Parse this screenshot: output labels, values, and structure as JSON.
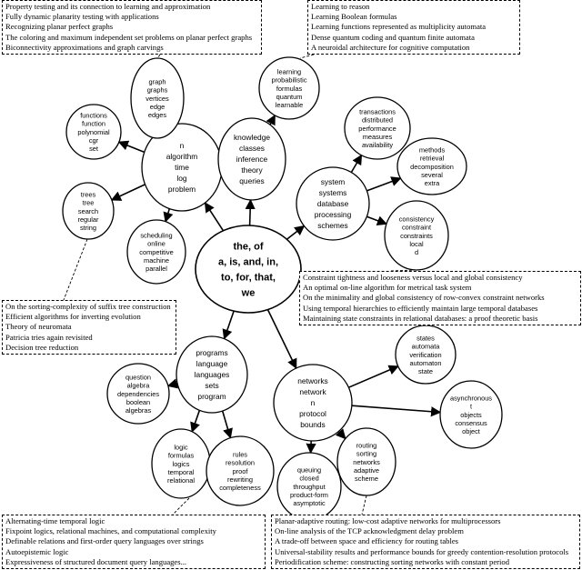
{
  "root": {
    "id": "root",
    "words": [
      "the, of",
      "a, is, and, in,",
      "to, for, that,",
      "we"
    ]
  },
  "clusters": [
    {
      "id": "algorithm",
      "words": [
        "n",
        "algorithm",
        "time",
        "log",
        "problem"
      ],
      "children": [
        {
          "id": "graph",
          "words": [
            "graph",
            "graphs",
            "vertices",
            "edge",
            "edges"
          ]
        },
        {
          "id": "functions",
          "words": [
            "functions",
            "function",
            "polynomial",
            "cgr",
            "set"
          ]
        },
        {
          "id": "trees",
          "words": [
            "trees",
            "tree",
            "search",
            "regular",
            "string"
          ]
        },
        {
          "id": "scheduling",
          "words": [
            "scheduling",
            "online",
            "competitive",
            "machine",
            "parallel"
          ]
        }
      ]
    },
    {
      "id": "knowledge",
      "words": [
        "knowledge",
        "classes",
        "inference",
        "theory",
        "queries"
      ],
      "children": [
        {
          "id": "learning",
          "words": [
            "learning",
            "probabilistic",
            "formulas",
            "quantum",
            "learnable"
          ]
        }
      ]
    },
    {
      "id": "system",
      "words": [
        "system",
        "systems",
        "database",
        "processing",
        "schemes"
      ],
      "children": [
        {
          "id": "transactions",
          "words": [
            "transactions",
            "distributed",
            "performance",
            "measures",
            "availability"
          ]
        },
        {
          "id": "methods",
          "words": [
            "methods",
            "retrieval",
            "decomposition",
            "several",
            "extra"
          ]
        },
        {
          "id": "consistency",
          "words": [
            "consistency",
            "constraint",
            "constraints",
            "local",
            "d"
          ]
        }
      ]
    },
    {
      "id": "programs",
      "words": [
        "programs",
        "language",
        "languages",
        "sets",
        "program"
      ],
      "children": [
        {
          "id": "question",
          "words": [
            "question",
            "algebra",
            "dependencies",
            "boolean",
            "algebras"
          ]
        },
        {
          "id": "logic",
          "words": [
            "logic",
            "formulas",
            "logics",
            "temporal",
            "relational"
          ]
        },
        {
          "id": "rules",
          "words": [
            "rules",
            "resolution",
            "proof",
            "rewriting",
            "completeness"
          ]
        }
      ]
    },
    {
      "id": "networks",
      "words": [
        "networks",
        "network",
        "n",
        "protocol",
        "bounds"
      ],
      "children": [
        {
          "id": "states",
          "words": [
            "states",
            "automata",
            "verification",
            "automaton",
            "state"
          ]
        },
        {
          "id": "asynchronous",
          "words": [
            "asynchronous",
            "t",
            "objects",
            "consensus",
            "object"
          ]
        },
        {
          "id": "routing",
          "words": [
            "routing",
            "sorting",
            "networks",
            "adaptive",
            "scheme"
          ]
        },
        {
          "id": "queuing",
          "words": [
            "queuing",
            "closed",
            "throughput",
            "product-form",
            "asymptotic"
          ]
        }
      ]
    }
  ],
  "boxes": [
    {
      "id": "box-graph-titles",
      "lines": [
        "Property testing and its connection to learning and approximation",
        "Fully dynamic planarity testing with applications",
        "Recognizing planar perfect graphs",
        "The coloring and maximum independent set problems on planar perfect graphs",
        "Biconnectivity approximations and graph carvings"
      ]
    },
    {
      "id": "box-learning-titles",
      "lines": [
        "Learning to reason",
        "Learning Boolean formulas",
        "Learning functions represented as multiplicity automata",
        "Dense quantum coding and quantum finite automata",
        "A neuroidal architecture for cognitive computation"
      ]
    },
    {
      "id": "box-constraint-titles",
      "lines": [
        "Constraint tightness and looseness versus local and global consistency",
        "An optimal on-line algorithm for metrical task system",
        "On the minimality and global consistency of row-convex constraint networks",
        "Using temporal hierarchies to efficiently maintain large temporal databases",
        "Maintaining state constraints in relational databases: a proof theoretic basis"
      ]
    },
    {
      "id": "box-trees-titles",
      "lines": [
        "On the sorting-complexity of suffix tree construction",
        "Efficient algorithms for inverting evolution",
        "Theory of neuromata",
        "Patricia tries again revisited",
        "Decision tree reduction"
      ]
    },
    {
      "id": "box-logic-titles",
      "lines": [
        "Alternating-time temporal logic",
        "Fixpoint logics, relational machines, and computational complexity",
        "Definable relations and first-order query languages over strings",
        "Autoepistemic logic",
        "Expressiveness of structured document query languages..."
      ]
    },
    {
      "id": "box-routing-titles",
      "lines": [
        "Planar-adaptive routing: low-cost adaptive networks for multiprocessors",
        "On-line analysis of the TCP acknowledgment delay problem",
        "A trade-off between space and efficiency for routing tables",
        "Universal-stability results and performance bounds for greedy contention-resolution protocols",
        "Periodification scheme: constructing sorting networks with constant period"
      ]
    }
  ]
}
